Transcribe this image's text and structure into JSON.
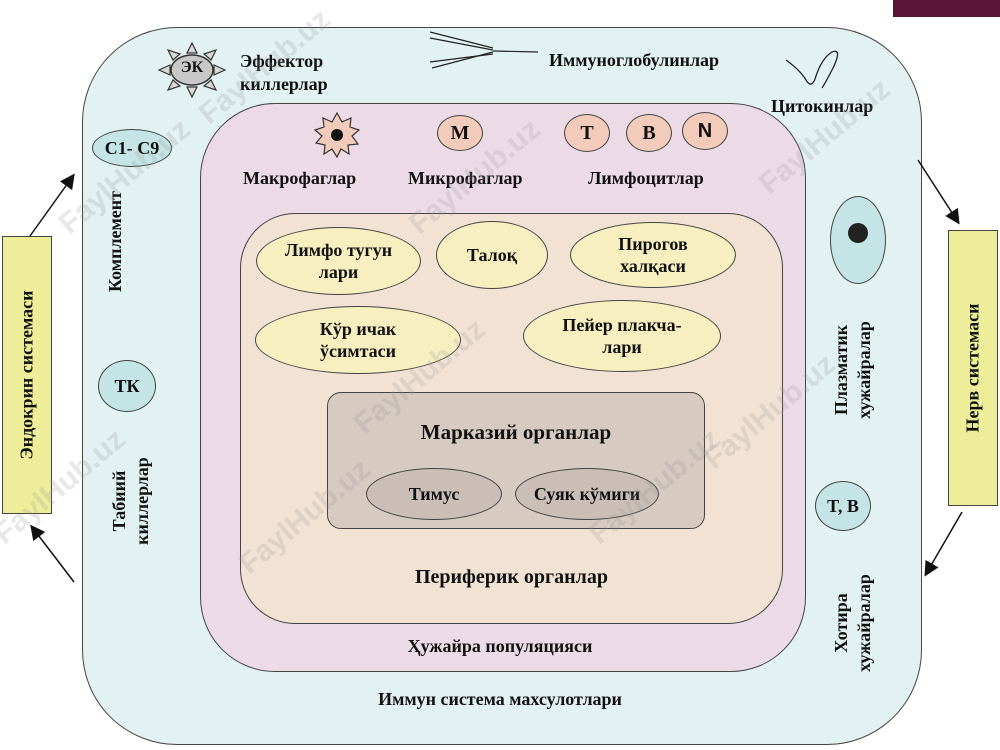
{
  "left_box": "Эндокрин системаси",
  "right_box": "Нерв системаси",
  "outer": {
    "title": "Иммун система махсулотлари",
    "effector": {
      "badge": "ЭК",
      "line1": "Эффектор",
      "line2": "киллерлар"
    },
    "immunoglobulins": "Иммуноглобулинлар",
    "cytokines": "Цитокинлар",
    "complement_badge": "C1- C9",
    "complement": "Комплемент",
    "tk_badge": "ТК",
    "natural_killers": {
      "line1": "Табиий",
      "line2": "киллерлар"
    },
    "plasma_cells": {
      "line1": "Плазматик",
      "line2": "хужайралар"
    },
    "tb_badge": "T, B",
    "memory_cells": {
      "line1": "Хотира",
      "line2": "хужайралар"
    }
  },
  "middle": {
    "title": "Ҳужайра популяцияси",
    "macrophages": "Макрофаглар",
    "microphage_badge": "M",
    "microphages": "Микрофаглар",
    "t_badge": "T",
    "b_badge": "B",
    "n_badge": "N",
    "lymphocytes": "Лимфоцитлар"
  },
  "inner": {
    "title": "Периферик органлар",
    "lymph_nodes": {
      "line1": "Лимфо тугун",
      "line2": "лари"
    },
    "spleen": "Талоқ",
    "pirogov": {
      "line1": "Пирогов",
      "line2": "халқаси"
    },
    "appendix": {
      "line1": "Кўр ичак",
      "line2": "ўсимтаси"
    },
    "peyer": {
      "line1": "Пейер плакча-",
      "line2": "лари"
    }
  },
  "central": {
    "title": "Марказий органлар",
    "thymus": "Тимус",
    "bone_marrow": "Суяк кўмиги"
  },
  "watermarks": [
    "FaylHub.uz",
    "FaylHub.uz",
    "FaylHub.uz",
    "FaylHub.uz",
    "FaylHub.uz",
    "FaylHub.uz",
    "FaylHub.uz",
    "FaylHub.uz",
    "FaylHub.uz"
  ],
  "colors": {
    "outer": "#e2f1f1",
    "middle": "#ecdbe6",
    "inner": "#f2e2d4",
    "central": "#d7cac0",
    "organ": "#f7efbf",
    "side_box": "#eeee9a",
    "corner_bar": "#5a1436"
  }
}
